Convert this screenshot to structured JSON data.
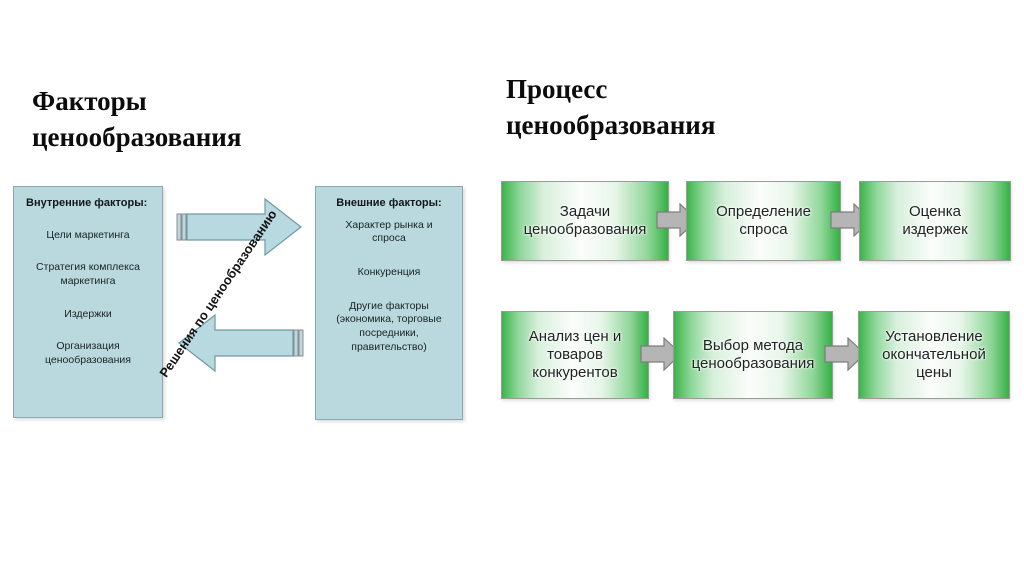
{
  "slide": {
    "left_title": "Факторы\nценообразования",
    "right_title": "Процесс\nценообразования"
  },
  "colors": {
    "factor_box_fill": "#b9d9de",
    "factor_box_border": "#8aa8ad",
    "arrow_fill": "#b7d9df",
    "arrow_border": "#6f9aa3",
    "process_green": "#3cb44a",
    "connector_fill": "#b5b5b5",
    "connector_border": "#7d7d7d",
    "text_dark": "#12181a"
  },
  "factors_diagram": {
    "internal": {
      "heading": "Внутренние факторы:",
      "items": [
        "Цели маркетинга",
        "Стратегия комплекса\nмаркетинга",
        "Издержки",
        "Организация\nценообразования"
      ]
    },
    "external": {
      "heading": "Внешние факторы:",
      "items": [
        "Характер рынка и\nспроса",
        "Конкуренция",
        "Другие факторы\n(экономика, торговые\nпосредники,\nправительство)"
      ]
    },
    "caption": "Решения по ценообразованию",
    "arrows": [
      {
        "name": "arrow-right",
        "direction": "right"
      },
      {
        "name": "arrow-left",
        "direction": "left"
      }
    ]
  },
  "process_diagram": {
    "rows": [
      {
        "steps": [
          {
            "label": "Задачи\nценообразования"
          },
          {
            "label": "Определение\nспроса"
          },
          {
            "label": "Оценка\nиздержек"
          }
        ]
      },
      {
        "steps": [
          {
            "label": "Анализ цен и\nтоваров\nконкурентов"
          },
          {
            "label": "Выбор метода\nценообразования"
          },
          {
            "label": "Установление\nокончательной\nцены"
          }
        ]
      }
    ],
    "connector_icon": "arrow-right-icon"
  }
}
